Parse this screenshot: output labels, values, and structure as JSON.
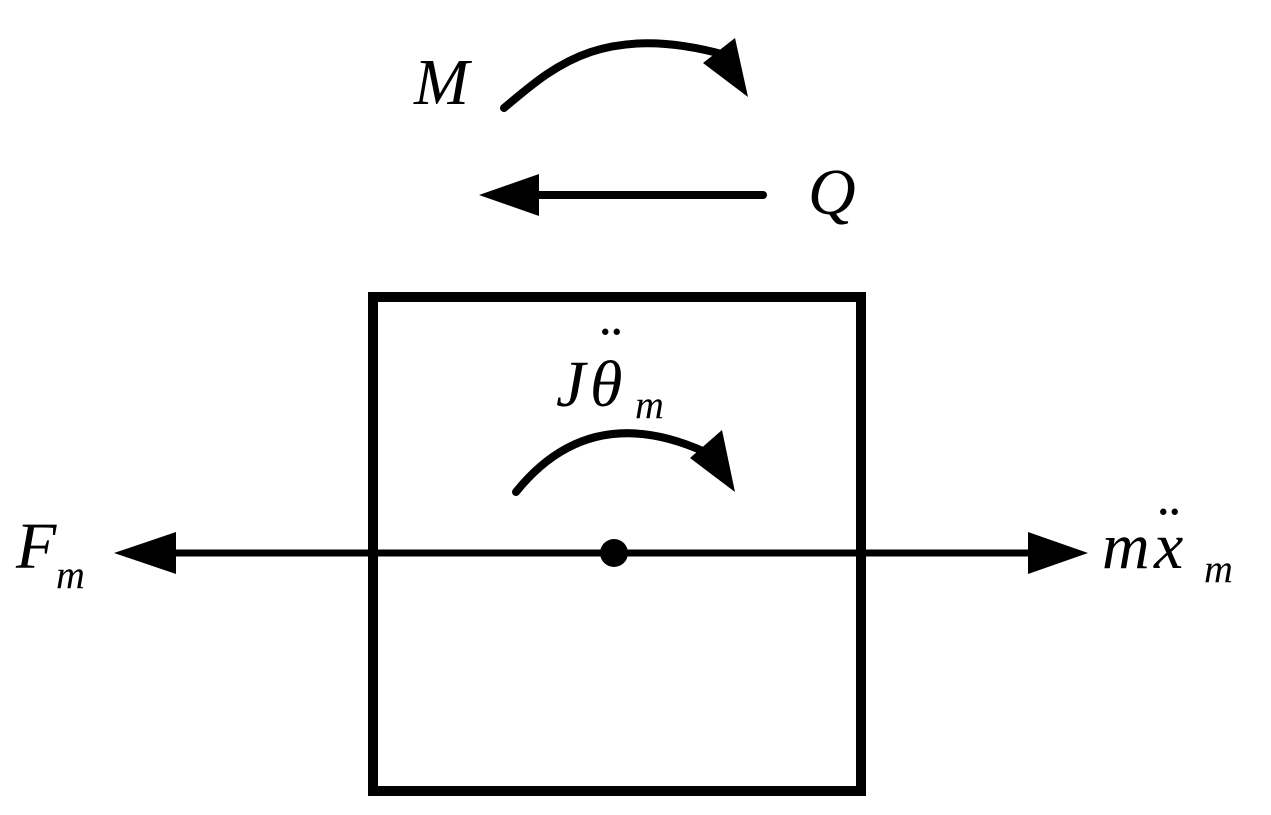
{
  "labels": {
    "moment": "M",
    "shear": "Q",
    "inertia_torque": {
      "main": "J",
      "symbol": "θ",
      "accent": "¨",
      "sub": "m"
    },
    "force": {
      "main": "F",
      "sub": "m"
    },
    "inertia_force": {
      "main": "m",
      "symbol": "x",
      "accent": "¨",
      "sub": "m"
    }
  },
  "colors": {
    "stroke": "#000000",
    "background": "#ffffff"
  }
}
